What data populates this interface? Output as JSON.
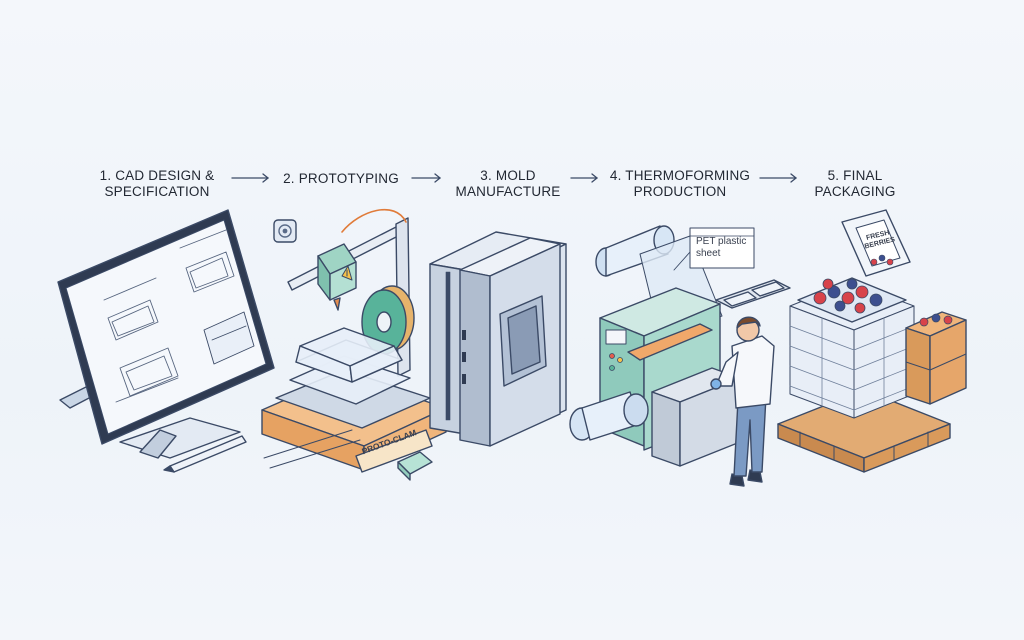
{
  "steps": [
    {
      "line1": "1. CAD DESIGN &",
      "line2": "SPECIFICATION"
    },
    {
      "line1": "2. PROTOTYPING",
      "line2": ""
    },
    {
      "line1": "3. MOLD",
      "line2": "MANUFACTURE"
    },
    {
      "line1": "4. THERMOFORMING",
      "line2": "PRODUCTION"
    },
    {
      "line1": "5. FINAL",
      "line2": "PACKAGING"
    }
  ],
  "callouts": {
    "proto_label": "PROTO-CLAM",
    "sheet_label_1": "PET plastic",
    "sheet_label_2": "sheet",
    "berry_label_1": "FRESH",
    "berry_label_2": "BERRIES"
  },
  "colors": {
    "outline": "#3b4a66",
    "screen": "#f5f8fc",
    "machine_teal": "#9bd3c8",
    "machine_grey": "#b8c3cf",
    "wood": "#d99a5b",
    "berry_red": "#d8434a",
    "blueberry": "#3d4f8f",
    "accent_orange": "#f0a86a"
  },
  "icons": [
    "gear-icon",
    "warning-icon"
  ]
}
